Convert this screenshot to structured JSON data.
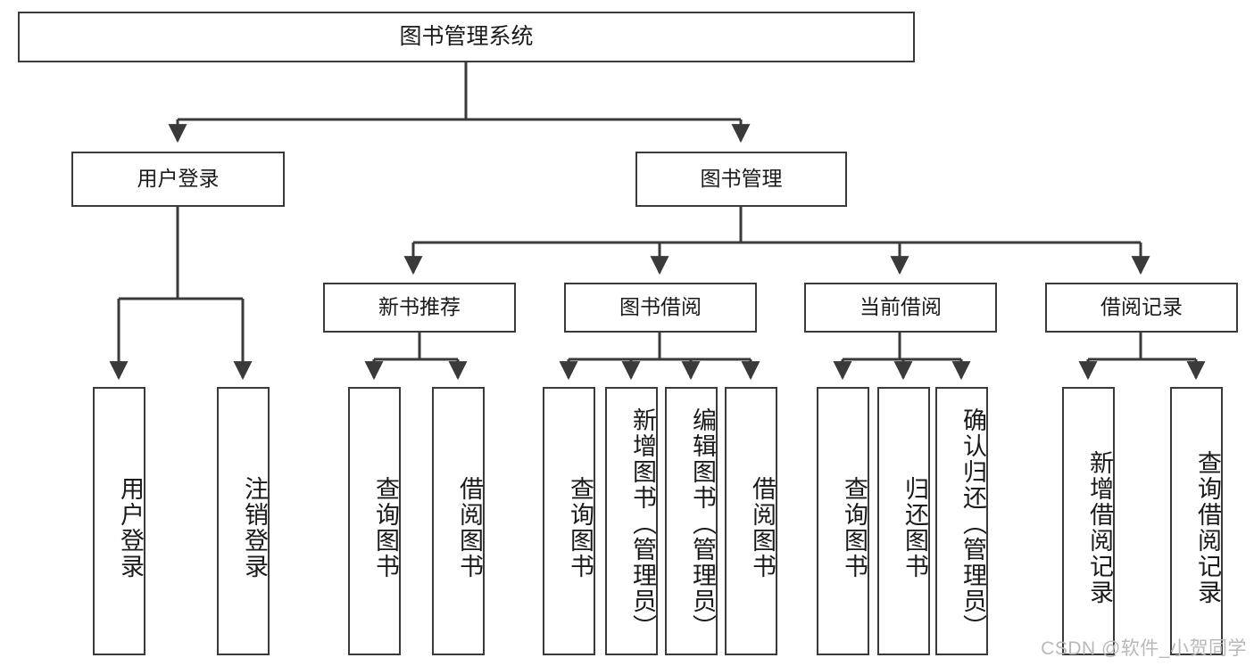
{
  "diagram": {
    "title": "图书管理系统",
    "type": "tree-hierarchy-chart",
    "watermark": "CSDN @软件_小贺同学",
    "colors": {
      "stroke": "#3a3a3a",
      "background": "#ffffff",
      "text": "#1a1a1a",
      "watermark": "#b8b8b8"
    },
    "root": {
      "label": "图书管理系统"
    },
    "level2": [
      {
        "label": "用户登录"
      },
      {
        "label": "图书管理"
      }
    ],
    "level3": [
      {
        "label": "新书推荐"
      },
      {
        "label": "图书借阅"
      },
      {
        "label": "当前借阅"
      },
      {
        "label": "借阅记录"
      }
    ],
    "leaves": {
      "user_login": [
        {
          "label": "用户登录"
        },
        {
          "label": "注销登录"
        }
      ],
      "new_book_recommend": [
        {
          "label": "查询图书"
        },
        {
          "label": "借阅图书"
        }
      ],
      "book_borrow": [
        {
          "label": "查询图书"
        },
        {
          "label": "新增图书（管理员）"
        },
        {
          "label": "编辑图书（管理员）"
        },
        {
          "label": "借阅图书"
        }
      ],
      "current_borrow": [
        {
          "label": "查询图书"
        },
        {
          "label": "归还图书"
        },
        {
          "label": "确认归还（管理员）"
        }
      ],
      "borrow_record": [
        {
          "label": "新增借阅记录"
        },
        {
          "label": "查询借阅记录"
        }
      ]
    }
  }
}
